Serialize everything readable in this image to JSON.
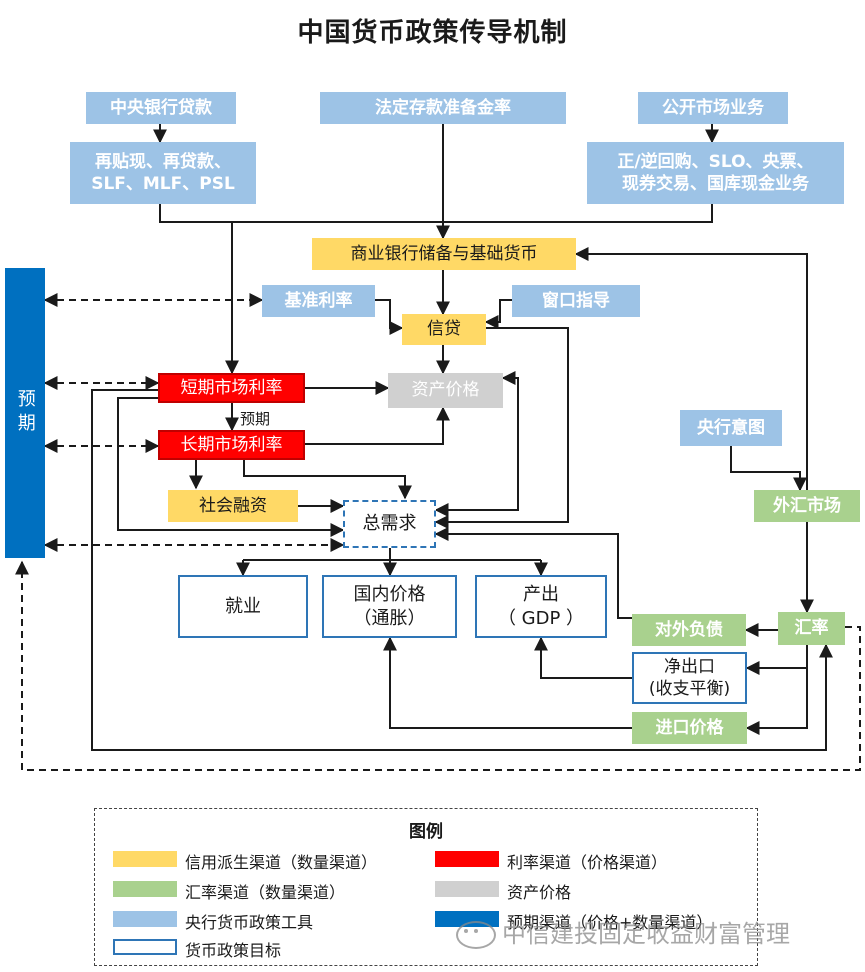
{
  "title": "中国货币政策传导机制",
  "nodes": {
    "central_loan": "中央银行贷款",
    "reserve_ratio": "法定存款准备金率",
    "open_market": "公开市场业务",
    "rediscount": "再贴现、再贷款、\nSLF、MLF、PSL",
    "repo": "正/逆回购、SLO、央票、\n现券交易、国库现金业务",
    "bank_reserve": "商业银行储备与基础货币",
    "benchmark_rate": "基准利率",
    "window_guidance": "窗口指导",
    "credit": "信贷",
    "expectation": "预期",
    "short_rate": "短期市场利率",
    "asset_price": "资产价格",
    "expectation_label": "预期",
    "long_rate": "长期市场利率",
    "social_financing": "社会融资",
    "aggregate_demand": "总需求",
    "central_intent": "央行意图",
    "fx_market": "外汇市场",
    "employment": "就业",
    "domestic_price": "国内价格\n（通胀）",
    "output": "产出\n（ GDP ）",
    "external_debt": "对外负债",
    "exchange_rate": "汇率",
    "net_export": "净出口\n(收支平衡)",
    "import_price": "进口价格"
  },
  "legend": {
    "title": "图例",
    "items": [
      {
        "label": "信用派生渠道（数量渠道）",
        "color": "#ffd966"
      },
      {
        "label": "利率渠道（价格渠道）",
        "color": "#ff0000"
      },
      {
        "label": "汇率渠道（数量渠道）",
        "color": "#a9d18e"
      },
      {
        "label": "资产价格",
        "color": "#d0d0d0"
      },
      {
        "label": "央行货币政策工具",
        "color": "#9dc3e6"
      },
      {
        "label": "预期渠道（价格+数量渠道）",
        "color": "#0070c0"
      },
      {
        "label": "货币政策目标",
        "color": "#2e75b6"
      }
    ]
  },
  "watermark": "中信建投固定收益财富管理",
  "colors": {
    "tool": "#9dc3e6",
    "credit": "#ffd966",
    "rate": "#ff0000",
    "fx": "#a9d18e",
    "asset": "#d0d0d0",
    "expect": "#0070c0",
    "target": "#2e75b6"
  }
}
